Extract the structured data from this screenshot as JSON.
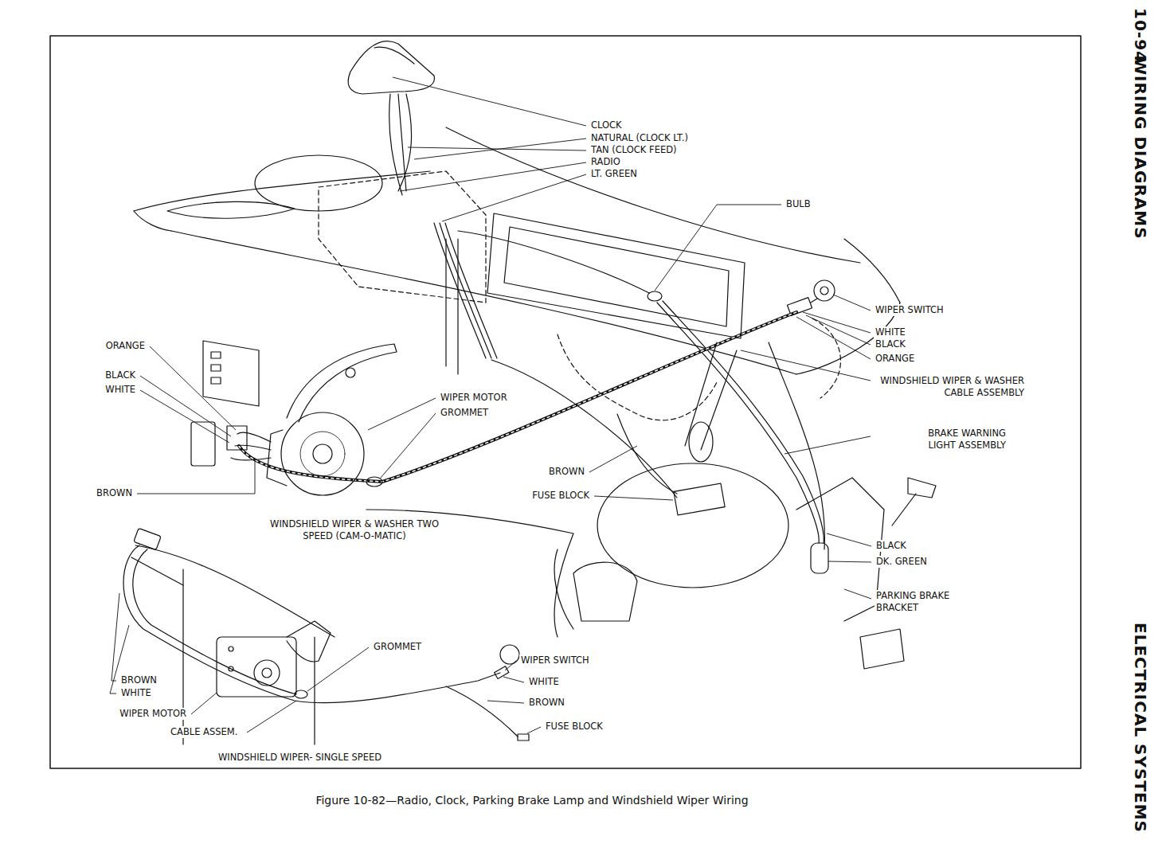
{
  "diagram": {
    "caption": "Figure 10-82—Radio, Clock, Parking Brake Lamp and Windshield Wiper Wiring",
    "labels": [
      "10-94",
      "WIRING DIAGRAMS",
      "ELECTRICAL SYSTEMS",
      "CLOCK",
      "NATURAL (CLOCK LT.)",
      "TAN (CLOCK FEED)",
      "RADIO",
      "LT. GREEN",
      "BULB",
      "WIPER SWITCH",
      "WHITE",
      "BLACK",
      "ORANGE",
      "WINDSHIELD WIPER & WASHER CABLE ASSEMBLY",
      "BRAKE WARNING LIGHT ASSEMBLY",
      "ORANGE",
      "BLACK",
      "WHITE",
      "WIPER MOTOR",
      "GROMMET",
      "BROWN",
      "BROWN",
      "FUSE BLOCK",
      "BLACK",
      "DK. GREEN",
      "PARKING BRAKE BRACKET",
      "WINDSHIELD WIPER & WASHER TWO SPEED (CAM-O-MATIC)",
      "GROMMET",
      "WIPER SWITCH",
      "WHITE",
      "BROWN",
      "FUSE BLOCK",
      "BROWN",
      "WHITE",
      "WIPER MOTOR",
      "CABLE ASSEM.",
      "WINDSHIELD WIPER- SINGLE SPEED"
    ]
  }
}
